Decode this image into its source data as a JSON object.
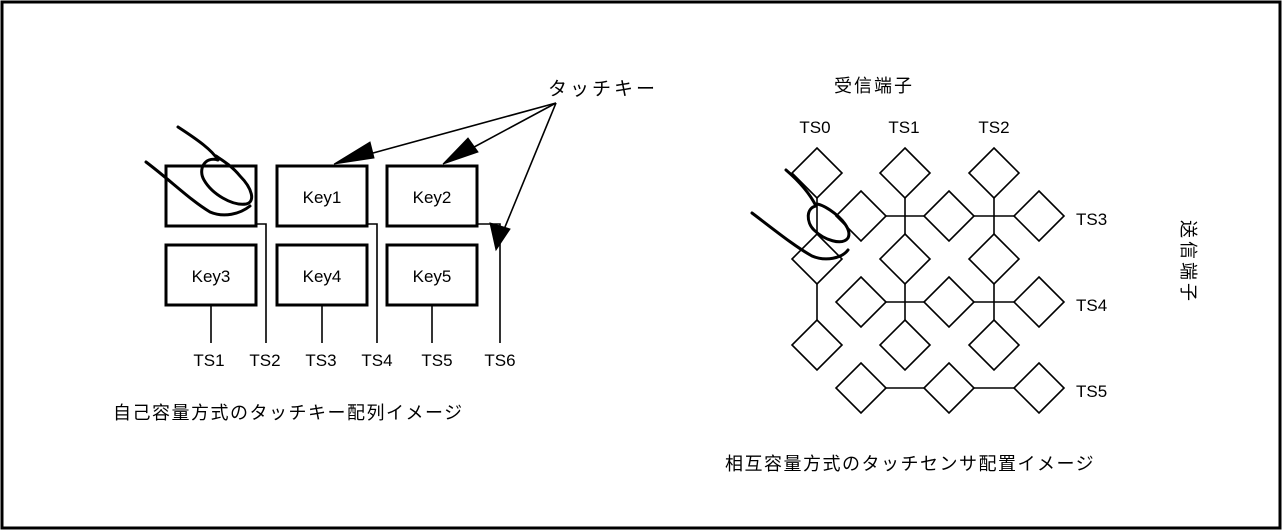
{
  "self_capacitance": {
    "callout_label": "タッチキー",
    "keys": [
      "",
      "Key1",
      "Key2",
      "Key3",
      "Key4",
      "Key5"
    ],
    "terminals": [
      "TS1",
      "TS2",
      "TS3",
      "TS4",
      "TS5",
      "TS6"
    ],
    "caption": "自己容量方式のタッチキー配列イメージ"
  },
  "mutual_capacitance": {
    "receive_label": "受信端子",
    "transmit_label": "送信端子",
    "receive_terminals": [
      "TS0",
      "TS1",
      "TS2"
    ],
    "transmit_terminals": [
      "TS3",
      "TS4",
      "TS5"
    ],
    "caption": "相互容量方式のタッチセンサ配置イメージ"
  },
  "icons": [
    "finger-icon",
    "finger-icon"
  ]
}
